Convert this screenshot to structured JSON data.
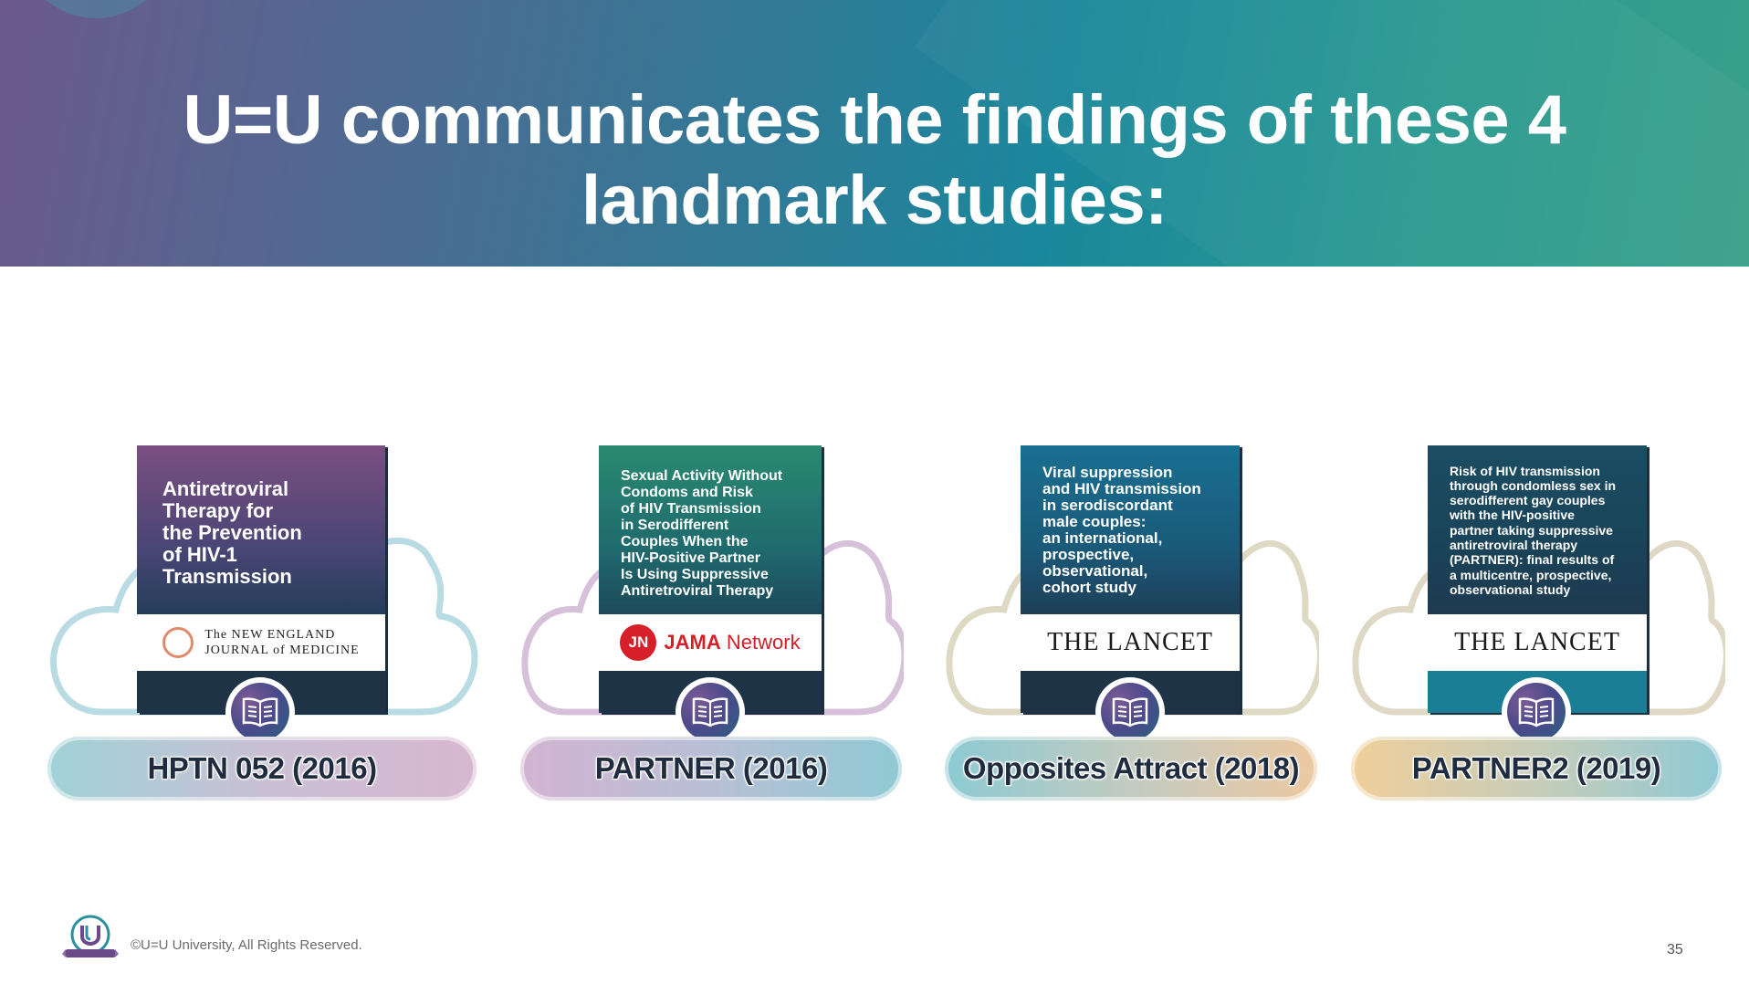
{
  "slide": {
    "title_line1": "U=U communicates the findings of these 4",
    "title_line2": "landmark studies:",
    "footer_text": "©U=U University, All Rights Reserved.",
    "page_number": "35"
  },
  "studies": [
    {
      "book_title_lines": [
        "Antiretroviral",
        "Therapy for",
        "the Prevention",
        "of HIV-1",
        "Transmission"
      ],
      "journal": "The NEW ENGLAND JOURNAL of MEDICINE",
      "journal_line1": "The NEW ENGLAND",
      "journal_line2": "JOURNAL of MEDICINE",
      "badge_icon": "book-icon",
      "label": "HPTN 052 (2016)",
      "colors": {
        "top": "#7b4f82",
        "cover_bottom": "#1e3346",
        "pill_from": "#9fd2d6",
        "pill_to": "#d7b7cf",
        "cloud": "#b9dbe3"
      }
    },
    {
      "book_title_lines": [
        "Sexual Activity Without",
        "Condoms and Risk",
        "of HIV Transmission",
        "in Serodifferent",
        "Couples When the",
        "HIV-Positive Partner",
        "Is Using Suppressive",
        "Antiretroviral Therapy"
      ],
      "journal_mark": "JN",
      "journal_name_bold": "JAMA",
      "journal_name_rest": " Network",
      "badge_icon": "book-icon",
      "label": "PARTNER (2016)",
      "colors": {
        "top": "#2a8a70",
        "cover_bottom": "#1e3346",
        "pill_from": "#d3b4d2",
        "pill_to": "#8fc9d3",
        "cloud": "#d7c0da"
      }
    },
    {
      "book_title_lines": [
        "Viral suppression",
        "and HIV transmission",
        "in serodiscordant",
        "male couples:",
        "an international,",
        "prospective,",
        "observational,",
        "cohort study"
      ],
      "journal": "THE LANCET",
      "badge_icon": "book-icon",
      "label": "Opposites Attract (2018)",
      "colors": {
        "top": "#1a6f91",
        "cover_bottom": "#1e3346",
        "pill_from": "#8ccad3",
        "pill_to": "#ecc9a0",
        "cloud": "#ddd9c2"
      }
    },
    {
      "book_title_lines": [
        "Risk of HIV transmission",
        "through condomless sex in",
        "serodifferent gay couples",
        "with the HIV-positive",
        "partner taking suppressive",
        "antiretroviral therapy",
        "(PARTNER): final results of",
        "a multicentre, prospective,",
        "observational study"
      ],
      "journal": "THE LANCET",
      "badge_icon": "book-icon",
      "label": "PARTNER2 (2019)",
      "colors": {
        "top": "#1a4d63",
        "cover_bottom": "#1a7f94",
        "pill_from": "#f0cf9a",
        "pill_to": "#8fc9d5",
        "cloud": "#ded8c5"
      }
    }
  ]
}
